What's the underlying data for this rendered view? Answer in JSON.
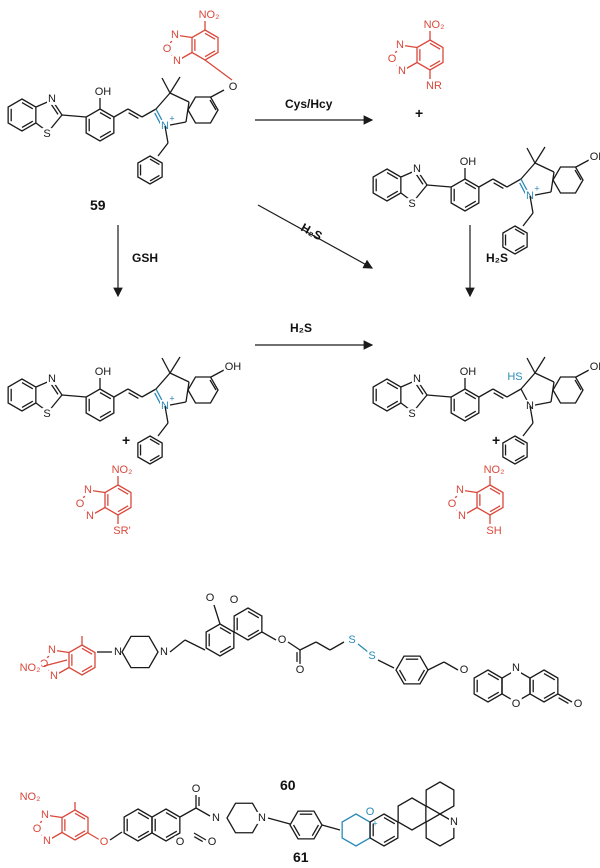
{
  "colors": {
    "bond": "#1a1a1a",
    "nbd": "#d9483b",
    "highlight": "#2a8ab8"
  },
  "atoms": {
    "N": "N",
    "S": "S",
    "O": "O",
    "OH": "OH",
    "HO": "HO",
    "NO2": "NO₂",
    "NR": "NR",
    "SR": "SR'",
    "SH": "SH",
    "HS": "HS",
    "plus_charge": "+"
  },
  "reactions": {
    "cys_hcy": "Cys/Hcy",
    "h2s_diagonal": "H₂S",
    "gsh": "GSH",
    "h2s_right": "H₂S",
    "h2s_middle": "H₂S"
  },
  "plus_signs": [
    "+",
    "+",
    "+"
  ],
  "compounds": {
    "c59": "59",
    "c60": "60",
    "c61": "61"
  }
}
